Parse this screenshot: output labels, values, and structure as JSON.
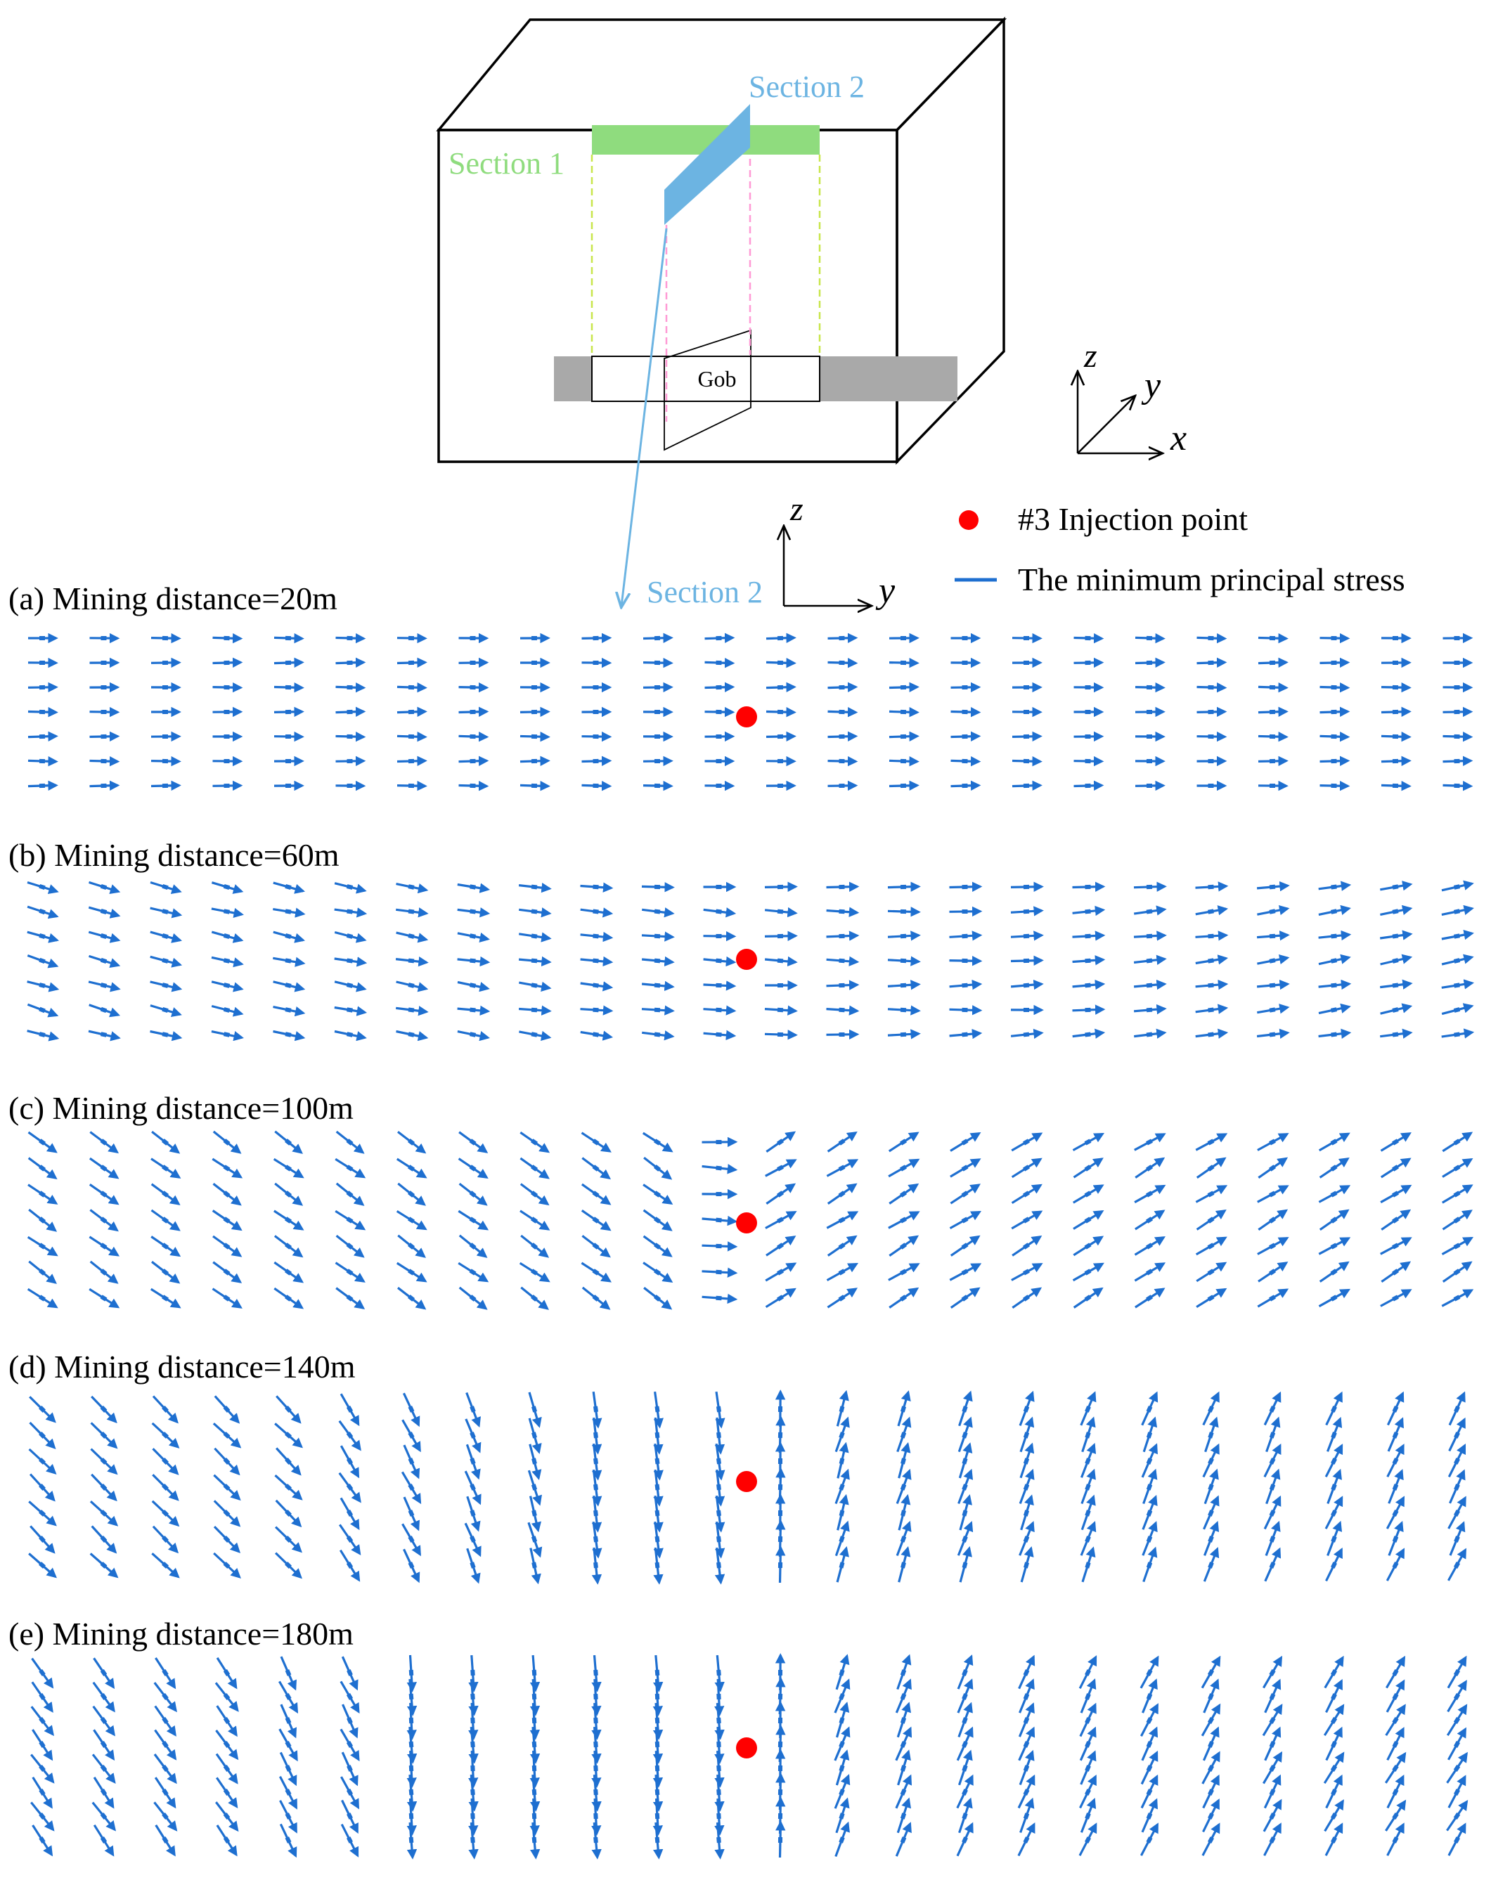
{
  "schematic": {
    "section1_label": "Section 1",
    "section2_label": "Section 2",
    "gob_label": "Gob",
    "section2_pointer_label": "Section 2"
  },
  "axes3d": {
    "z": "z",
    "y": "y",
    "x": "x"
  },
  "axes2d": {
    "z": "z",
    "y": "y"
  },
  "legend": {
    "injection_point": "#3 Injection point",
    "stress_line": "The minimum principal stress"
  },
  "colors": {
    "arrow": "#1e6fd0",
    "injection": "#ff0000",
    "section1": "#8fdc7e",
    "section2": "#6cb4e2",
    "gob_side": "#a9a9a9",
    "guide_green": "#c8e64a",
    "guide_pink": "#ff9ad5"
  },
  "panels": [
    {
      "label": "(a) Mining distance=20m",
      "field": "d20"
    },
    {
      "label": "(b) Mining distance=60m",
      "field": "d60"
    },
    {
      "label": "(c) Mining distance=100m",
      "field": "d100"
    },
    {
      "label": "(d) Mining distance=140m",
      "field": "d140"
    },
    {
      "label": "(e) Mining distance=180m",
      "field": "d180"
    }
  ]
}
